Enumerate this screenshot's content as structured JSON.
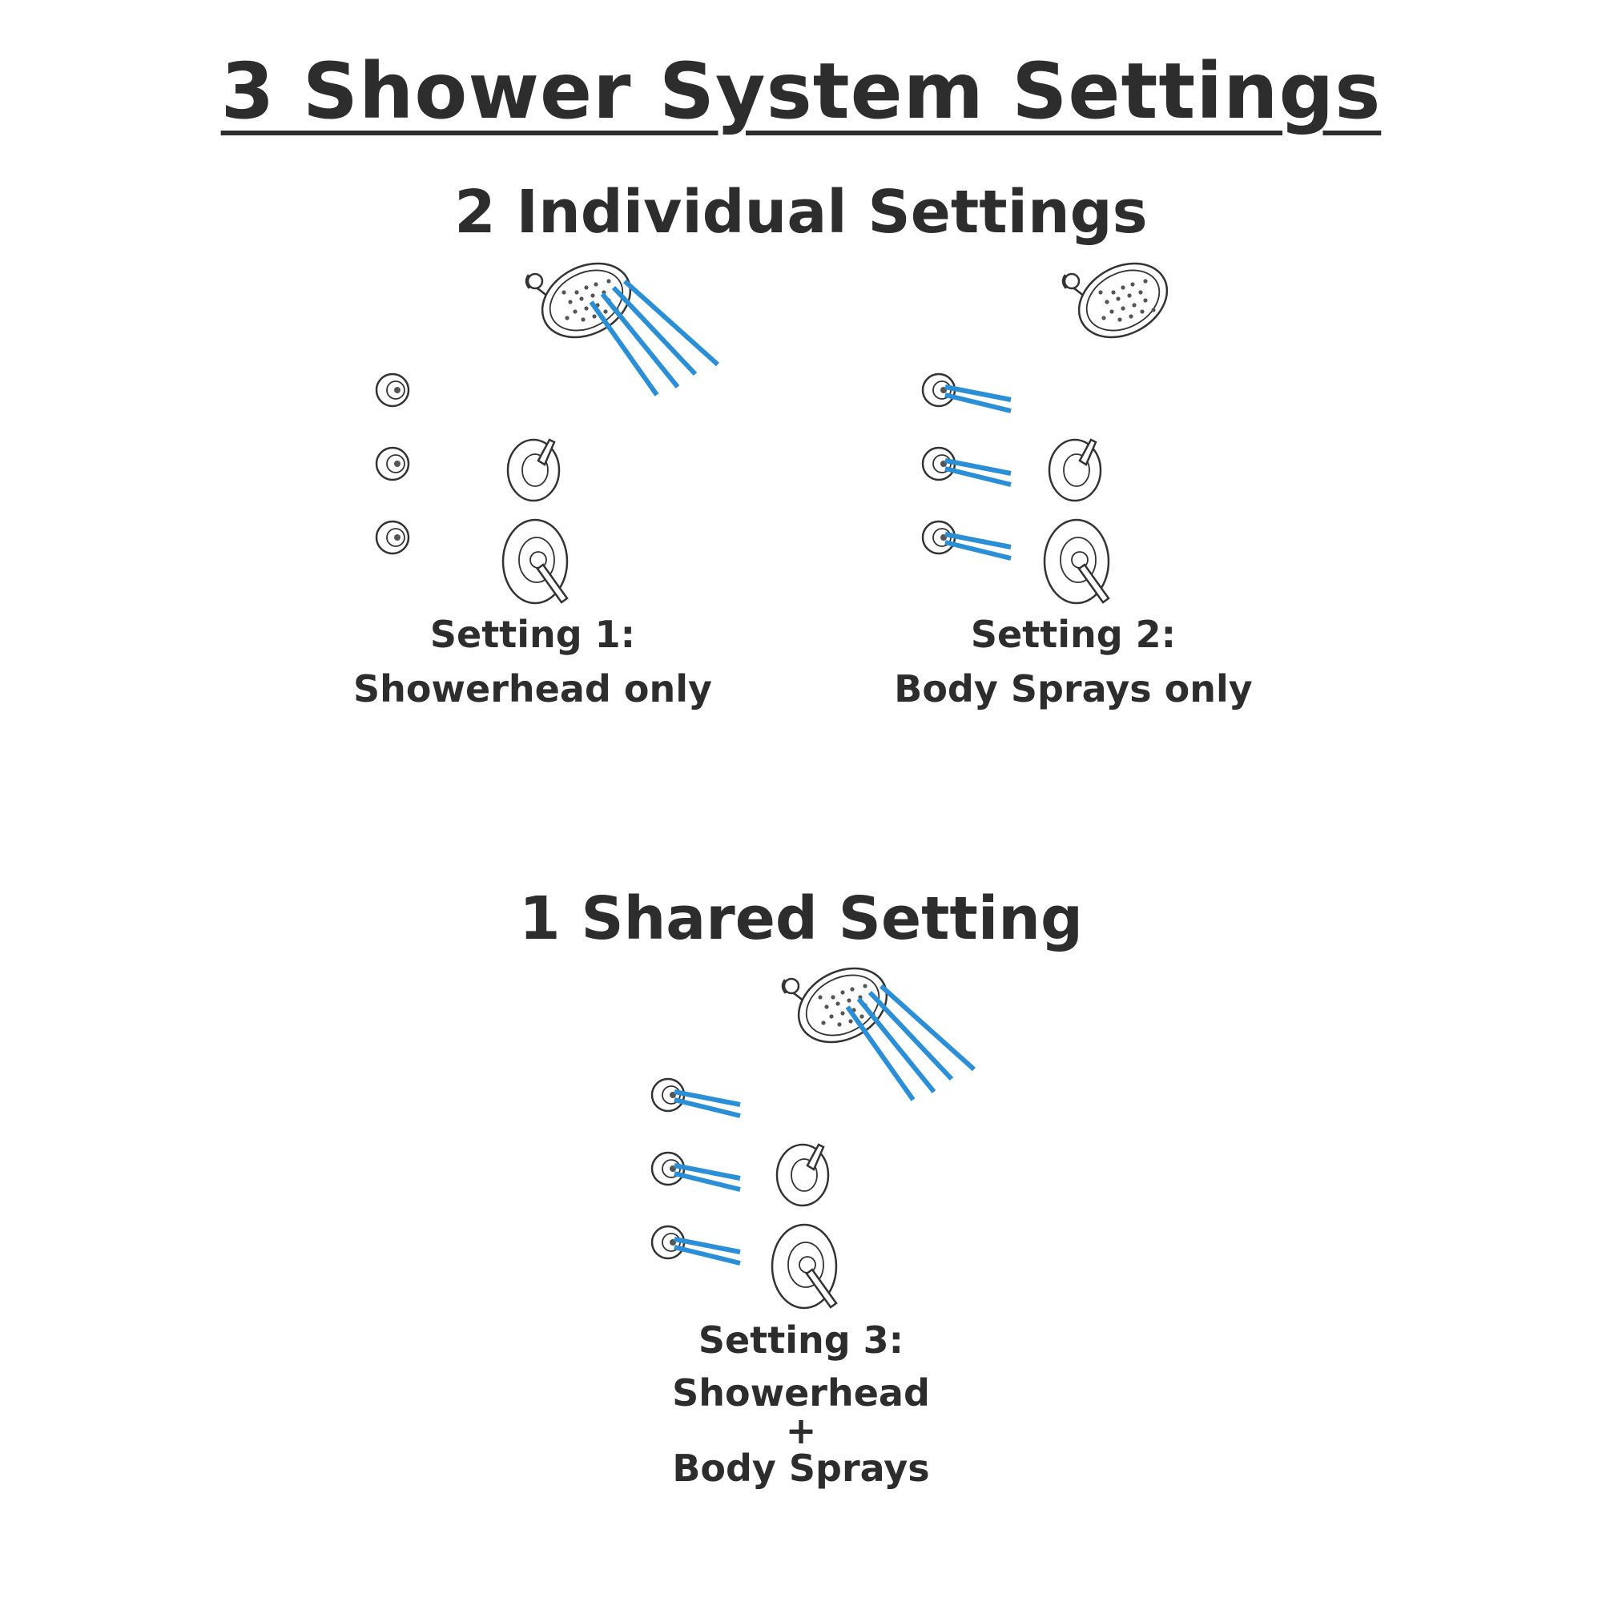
{
  "title": "3 Shower System Settings",
  "groups": [
    {
      "heading": "2 Individual Settings"
    },
    {
      "heading": "1 Shared Setting"
    }
  ],
  "settings": [
    {
      "label": "Setting 1:",
      "description": "Showerhead only",
      "showerhead_on": true,
      "body_sprays_on": false
    },
    {
      "label": "Setting 2:",
      "description": "Body Sprays only",
      "showerhead_on": false,
      "body_sprays_on": true
    },
    {
      "label": "Setting 3:",
      "description_line1": "Showerhead",
      "plus": "+",
      "description_line2": "Body Sprays",
      "showerhead_on": true,
      "body_sprays_on": true
    }
  ],
  "colors": {
    "spray": "#2a8fd6",
    "text": "#2d2d2d"
  },
  "icons": [
    "showerhead-icon",
    "body-spray-icon",
    "diverter-valve-icon",
    "mixing-valve-icon"
  ]
}
